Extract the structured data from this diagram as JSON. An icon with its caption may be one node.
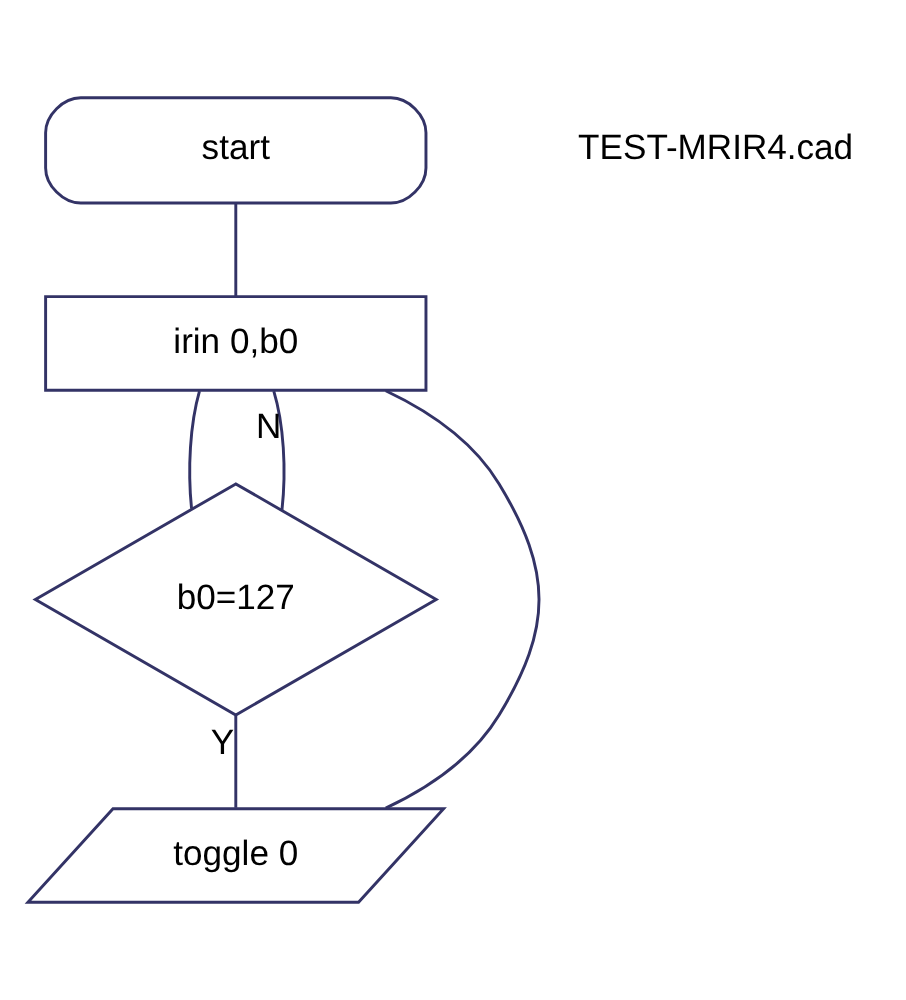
{
  "diagram": {
    "nodes": [
      {
        "text": [
          "start"
        ]
      },
      {
        "text": [
          "irin 0,b0"
        ]
      },
      {
        "text": [
          "b0=127"
        ]
      },
      {
        "text": [
          "toggle 0"
        ]
      }
    ],
    "edges": [
      {
        "from": 0,
        "to": 1,
        "arrow": "none"
      },
      {
        "from": 1,
        "to": 2,
        "arrow": "none"
      },
      {
        "from": 2,
        "to": 1,
        "label": "N",
        "arrow": "none"
      },
      {
        "from": 2,
        "to": 3,
        "label": "Y",
        "arrow": "none"
      },
      {
        "from": 3,
        "to": 1,
        "arrow": "none"
      }
    ],
    "labels": [
      "TEST-MRIR4.cad"
    ]
  }
}
